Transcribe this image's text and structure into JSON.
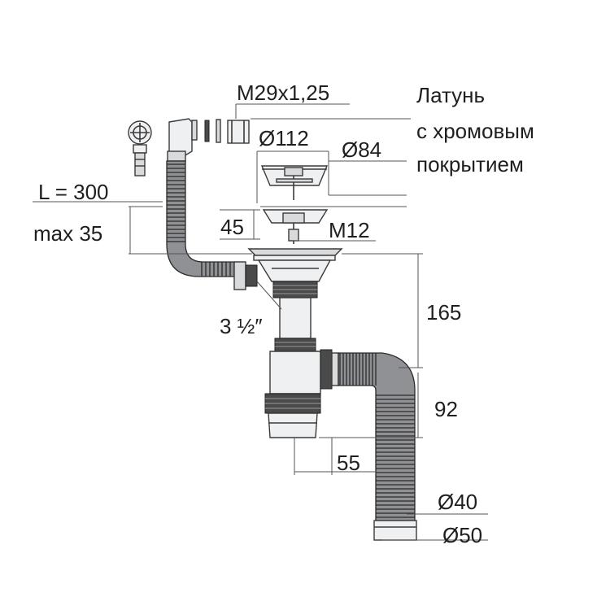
{
  "labels": {
    "thread_size": "M29x1,25",
    "material_line1": "Латунь",
    "material_line2": "с хромовым",
    "material_line3": "покрытием",
    "diameter_outer": "Ø112",
    "diameter_inner": "Ø84",
    "length": "L = 300",
    "max_height": "max 35",
    "height_45": "45",
    "screw_thread": "M12",
    "height_165": "165",
    "strainer_size": "3 ½″",
    "height_92": "92",
    "offset_55": "55",
    "outlet_inner": "Ø40",
    "outlet_outer": "Ø50"
  },
  "colors": {
    "outline": "#3a3a3a",
    "metal": "#d9dadc",
    "dark_ring": "#4a4a4a",
    "text": "#1f1f1f"
  }
}
